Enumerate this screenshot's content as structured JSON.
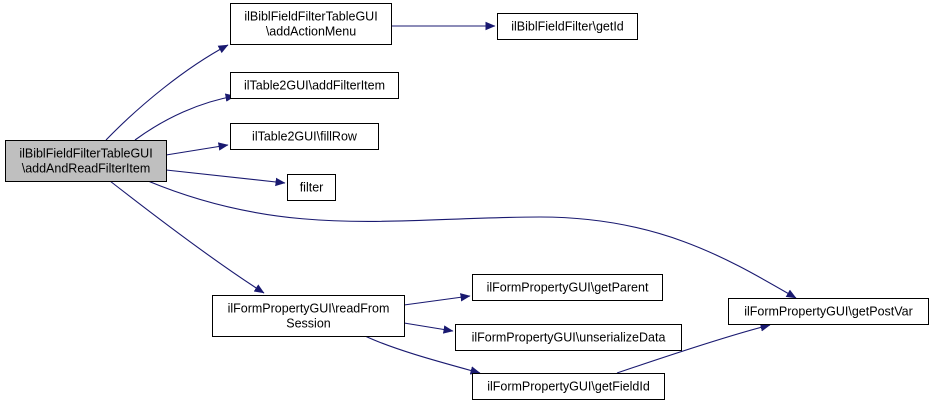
{
  "colors": {
    "edge": "#191970",
    "node_fill": "#ffffff",
    "root_fill": "#bfbfbf",
    "border": "#000000"
  },
  "nodes": [
    {
      "id": "root",
      "lines": [
        "ilBiblFieldFilterTableGUI",
        "\\addAndReadFilterItem"
      ],
      "highlight": true
    },
    {
      "id": "addActionMenu",
      "lines": [
        "ilBiblFieldFilterTableGUI",
        "\\addActionMenu"
      ]
    },
    {
      "id": "getId",
      "lines": [
        "ilBiblFieldFilter\\getId"
      ]
    },
    {
      "id": "addFilterItem",
      "lines": [
        "ilTable2GUI\\addFilterItem"
      ]
    },
    {
      "id": "fillRow",
      "lines": [
        "ilTable2GUI\\fillRow"
      ]
    },
    {
      "id": "filter",
      "lines": [
        "filter"
      ]
    },
    {
      "id": "readFromSession",
      "lines": [
        "ilFormPropertyGUI\\readFrom",
        "Session"
      ]
    },
    {
      "id": "getParent",
      "lines": [
        "ilFormPropertyGUI\\getParent"
      ]
    },
    {
      "id": "unserializeData",
      "lines": [
        "ilFormPropertyGUI\\unserializeData"
      ]
    },
    {
      "id": "getFieldId",
      "lines": [
        "ilFormPropertyGUI\\getFieldId"
      ]
    },
    {
      "id": "getPostVar",
      "lines": [
        "ilFormPropertyGUI\\getPostVar"
      ]
    }
  ],
  "edges": [
    {
      "from": "root",
      "to": "addActionMenu"
    },
    {
      "from": "addActionMenu",
      "to": "getId"
    },
    {
      "from": "root",
      "to": "addFilterItem"
    },
    {
      "from": "root",
      "to": "fillRow"
    },
    {
      "from": "root",
      "to": "filter"
    },
    {
      "from": "root",
      "to": "getPostVar"
    },
    {
      "from": "root",
      "to": "readFromSession"
    },
    {
      "from": "readFromSession",
      "to": "getParent"
    },
    {
      "from": "readFromSession",
      "to": "unserializeData"
    },
    {
      "from": "readFromSession",
      "to": "getFieldId"
    },
    {
      "from": "getFieldId",
      "to": "getPostVar"
    }
  ]
}
